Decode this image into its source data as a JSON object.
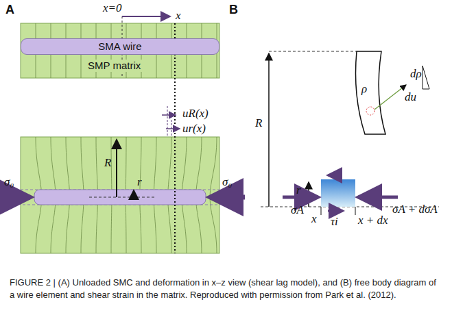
{
  "diagram": {
    "caption": "FIGURE 2 | (A) Unloaded SMC and deformation in x–z view (shear lag model), and (B) free body diagram of a wire element and shear strain in the matrix. Reproduced with permission from Park et al. (2012).",
    "nodes": [
      {
        "text": [
          "SMP matrix"
        ]
      },
      {
        "text": [
          "SMA wire"
        ],
        "in": 0
      }
    ],
    "labels": [
      "A",
      "B",
      "x=0",
      "x",
      "uR(x)",
      "ur(x)",
      "R",
      "r",
      "σ₀",
      "σ₀",
      "R",
      "r",
      "ρ",
      "dρ",
      "du",
      "σA",
      "σA + dσA",
      "x",
      "τi",
      "x + dx"
    ]
  }
}
